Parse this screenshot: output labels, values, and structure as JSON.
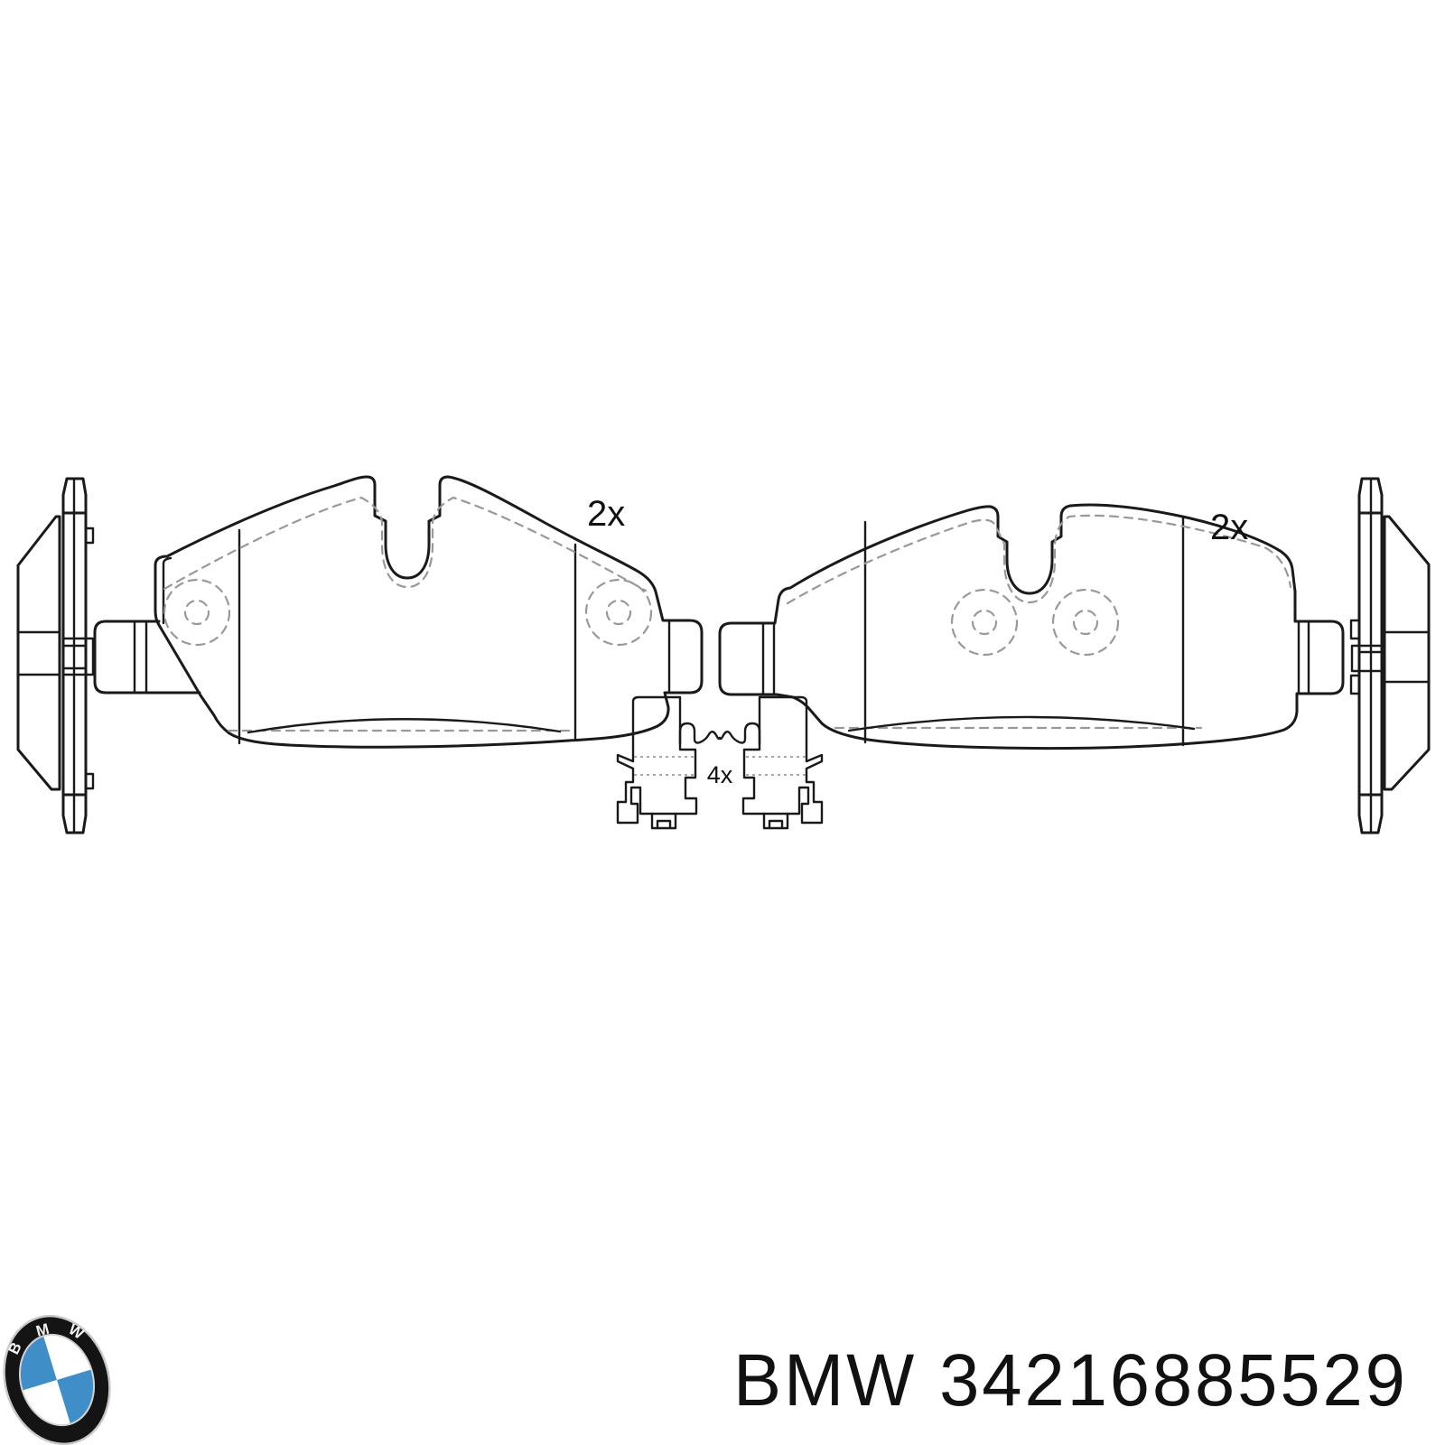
{
  "drawing": {
    "title_hint": "brake pad set technical line drawing",
    "labels": {
      "left_pad_quantity": "2x",
      "right_pad_quantity": "2x",
      "clip_quantity": "4x"
    }
  },
  "footer": {
    "brand": "BMW",
    "part_number": "34216885529",
    "logo_letters": [
      "B",
      "M",
      "W"
    ]
  },
  "colors": {
    "line": "#1a1a1a",
    "dashed_line": "#999999",
    "background": "#ffffff",
    "text": "#111111",
    "logo_dark": "#141414",
    "logo_blue": "#3f8ec8",
    "logo_silver": "#c9c9c9"
  }
}
